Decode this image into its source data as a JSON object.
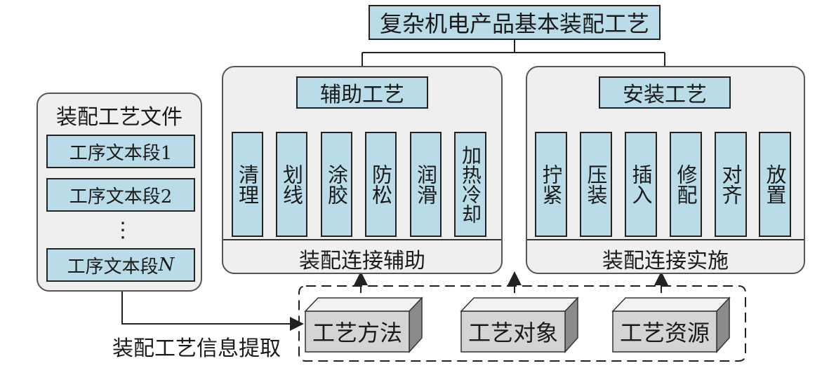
{
  "root": {
    "title": "复杂机电产品基本装配工艺"
  },
  "aux": {
    "title": "辅助工艺",
    "items": [
      "清理",
      "划线",
      "涂胶",
      "防松",
      "润滑",
      "加热冷却"
    ],
    "caption": "装配连接辅助"
  },
  "install": {
    "title": "安装工艺",
    "items": [
      "拧紧",
      "压装",
      "插入",
      "修配",
      "对齐",
      "放置"
    ],
    "caption": "装配连接实施"
  },
  "doc": {
    "title": "装配工艺文件",
    "seg1": "工序文本段1",
    "seg2": "工序文本段2",
    "ellipsis": "⋮",
    "segn_prefix": "工序文本段",
    "segn_suffix": "N"
  },
  "extract_label": "装配工艺信息提取",
  "info": {
    "method": "工艺方法",
    "object": "工艺对象",
    "resource": "工艺资源"
  }
}
